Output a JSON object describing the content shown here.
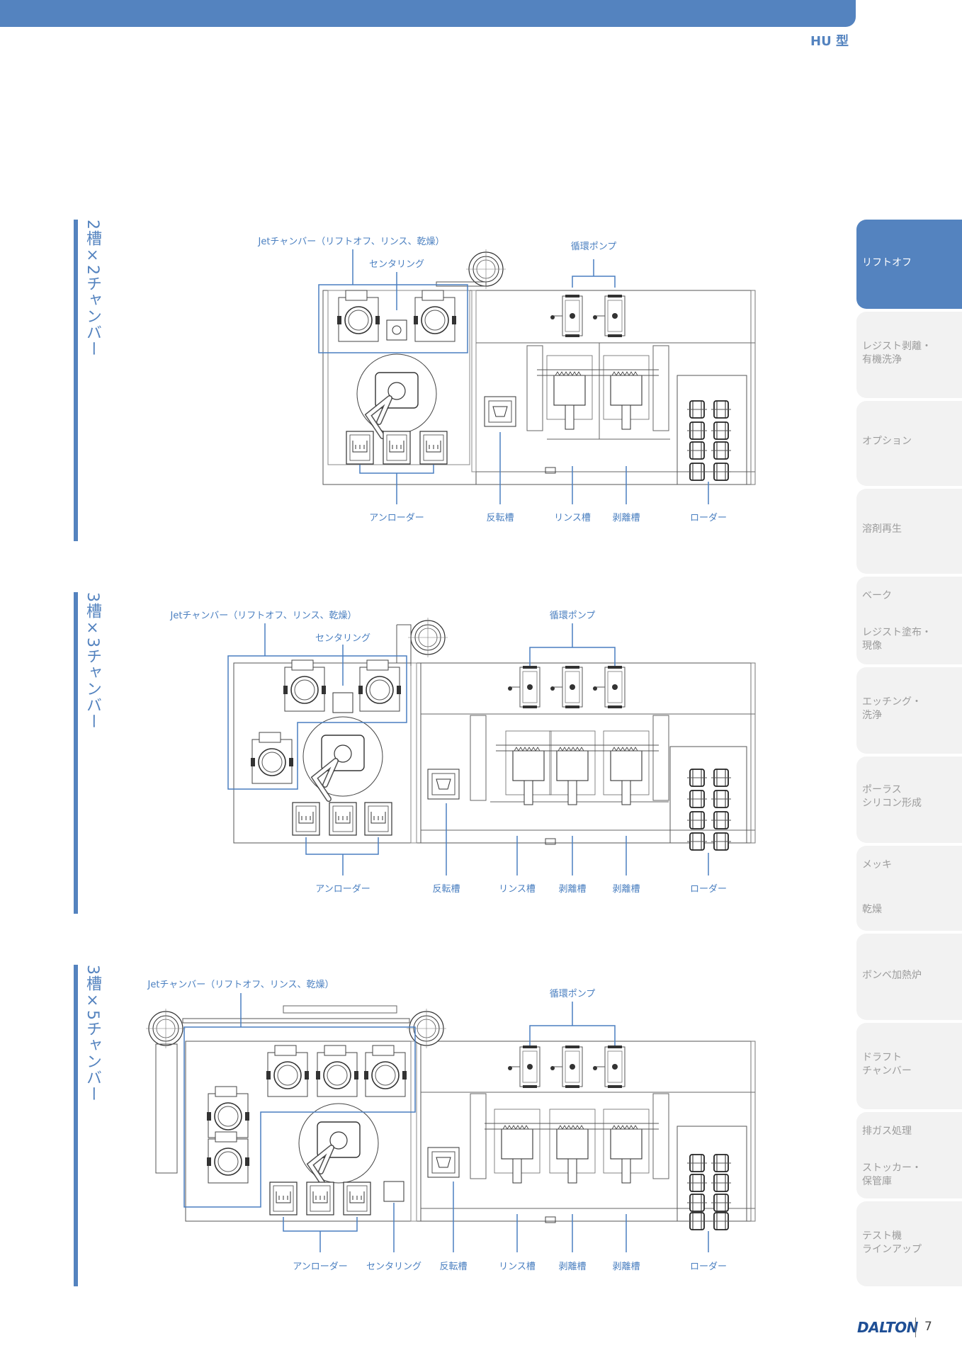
{
  "header": {
    "model": "HU 型"
  },
  "sidebar": {
    "tabs": [
      "リフトオフ",
      "レジスト剥離・\n有機洗浄",
      "オプション",
      "溶剤再生",
      "ベーク",
      "レジスト塗布・\n現像",
      "エッチング・\n洗浄",
      "ポーラス\nシリコン形成",
      "メッキ",
      "乾燥",
      "ボンベ加熱炉",
      "ドラフト\nチャンバー",
      "排ガス処理",
      "ストッカー・\n保管庫",
      "テスト機\nラインアップ"
    ]
  },
  "sections": [
    {
      "title": "2槽×2チャンバー",
      "labels": {
        "jet": "Jetチャンバー（リフトオフ、リンス、乾燥）",
        "centering": "センタリング",
        "pump": "循環ポンプ",
        "unloader": "アンローダー",
        "flip": "反転槽",
        "rinse": "リンス槽",
        "strip1": "剥離槽",
        "loader": "ローダー"
      }
    },
    {
      "title": "3槽×3チャンバー",
      "labels": {
        "jet": "Jetチャンバー（リフトオフ、リンス、乾燥）",
        "centering": "センタリング",
        "pump": "循環ポンプ",
        "unloader": "アンローダー",
        "flip": "反転槽",
        "rinse": "リンス槽",
        "strip1": "剥離槽",
        "strip2": "剥離槽",
        "loader": "ローダー"
      }
    },
    {
      "title": "3槽×5チャンバー",
      "labels": {
        "jet": "Jetチャンバー（リフトオフ、リンス、乾燥）",
        "pump": "循環ポンプ",
        "unloader": "アンローダー",
        "centering": "センタリング",
        "flip": "反転槽",
        "rinse": "リンス槽",
        "strip1": "剥離槽",
        "strip2": "剥離槽",
        "loader": "ローダー"
      }
    }
  ],
  "footer": {
    "logo": "DALTON",
    "page": "7"
  }
}
